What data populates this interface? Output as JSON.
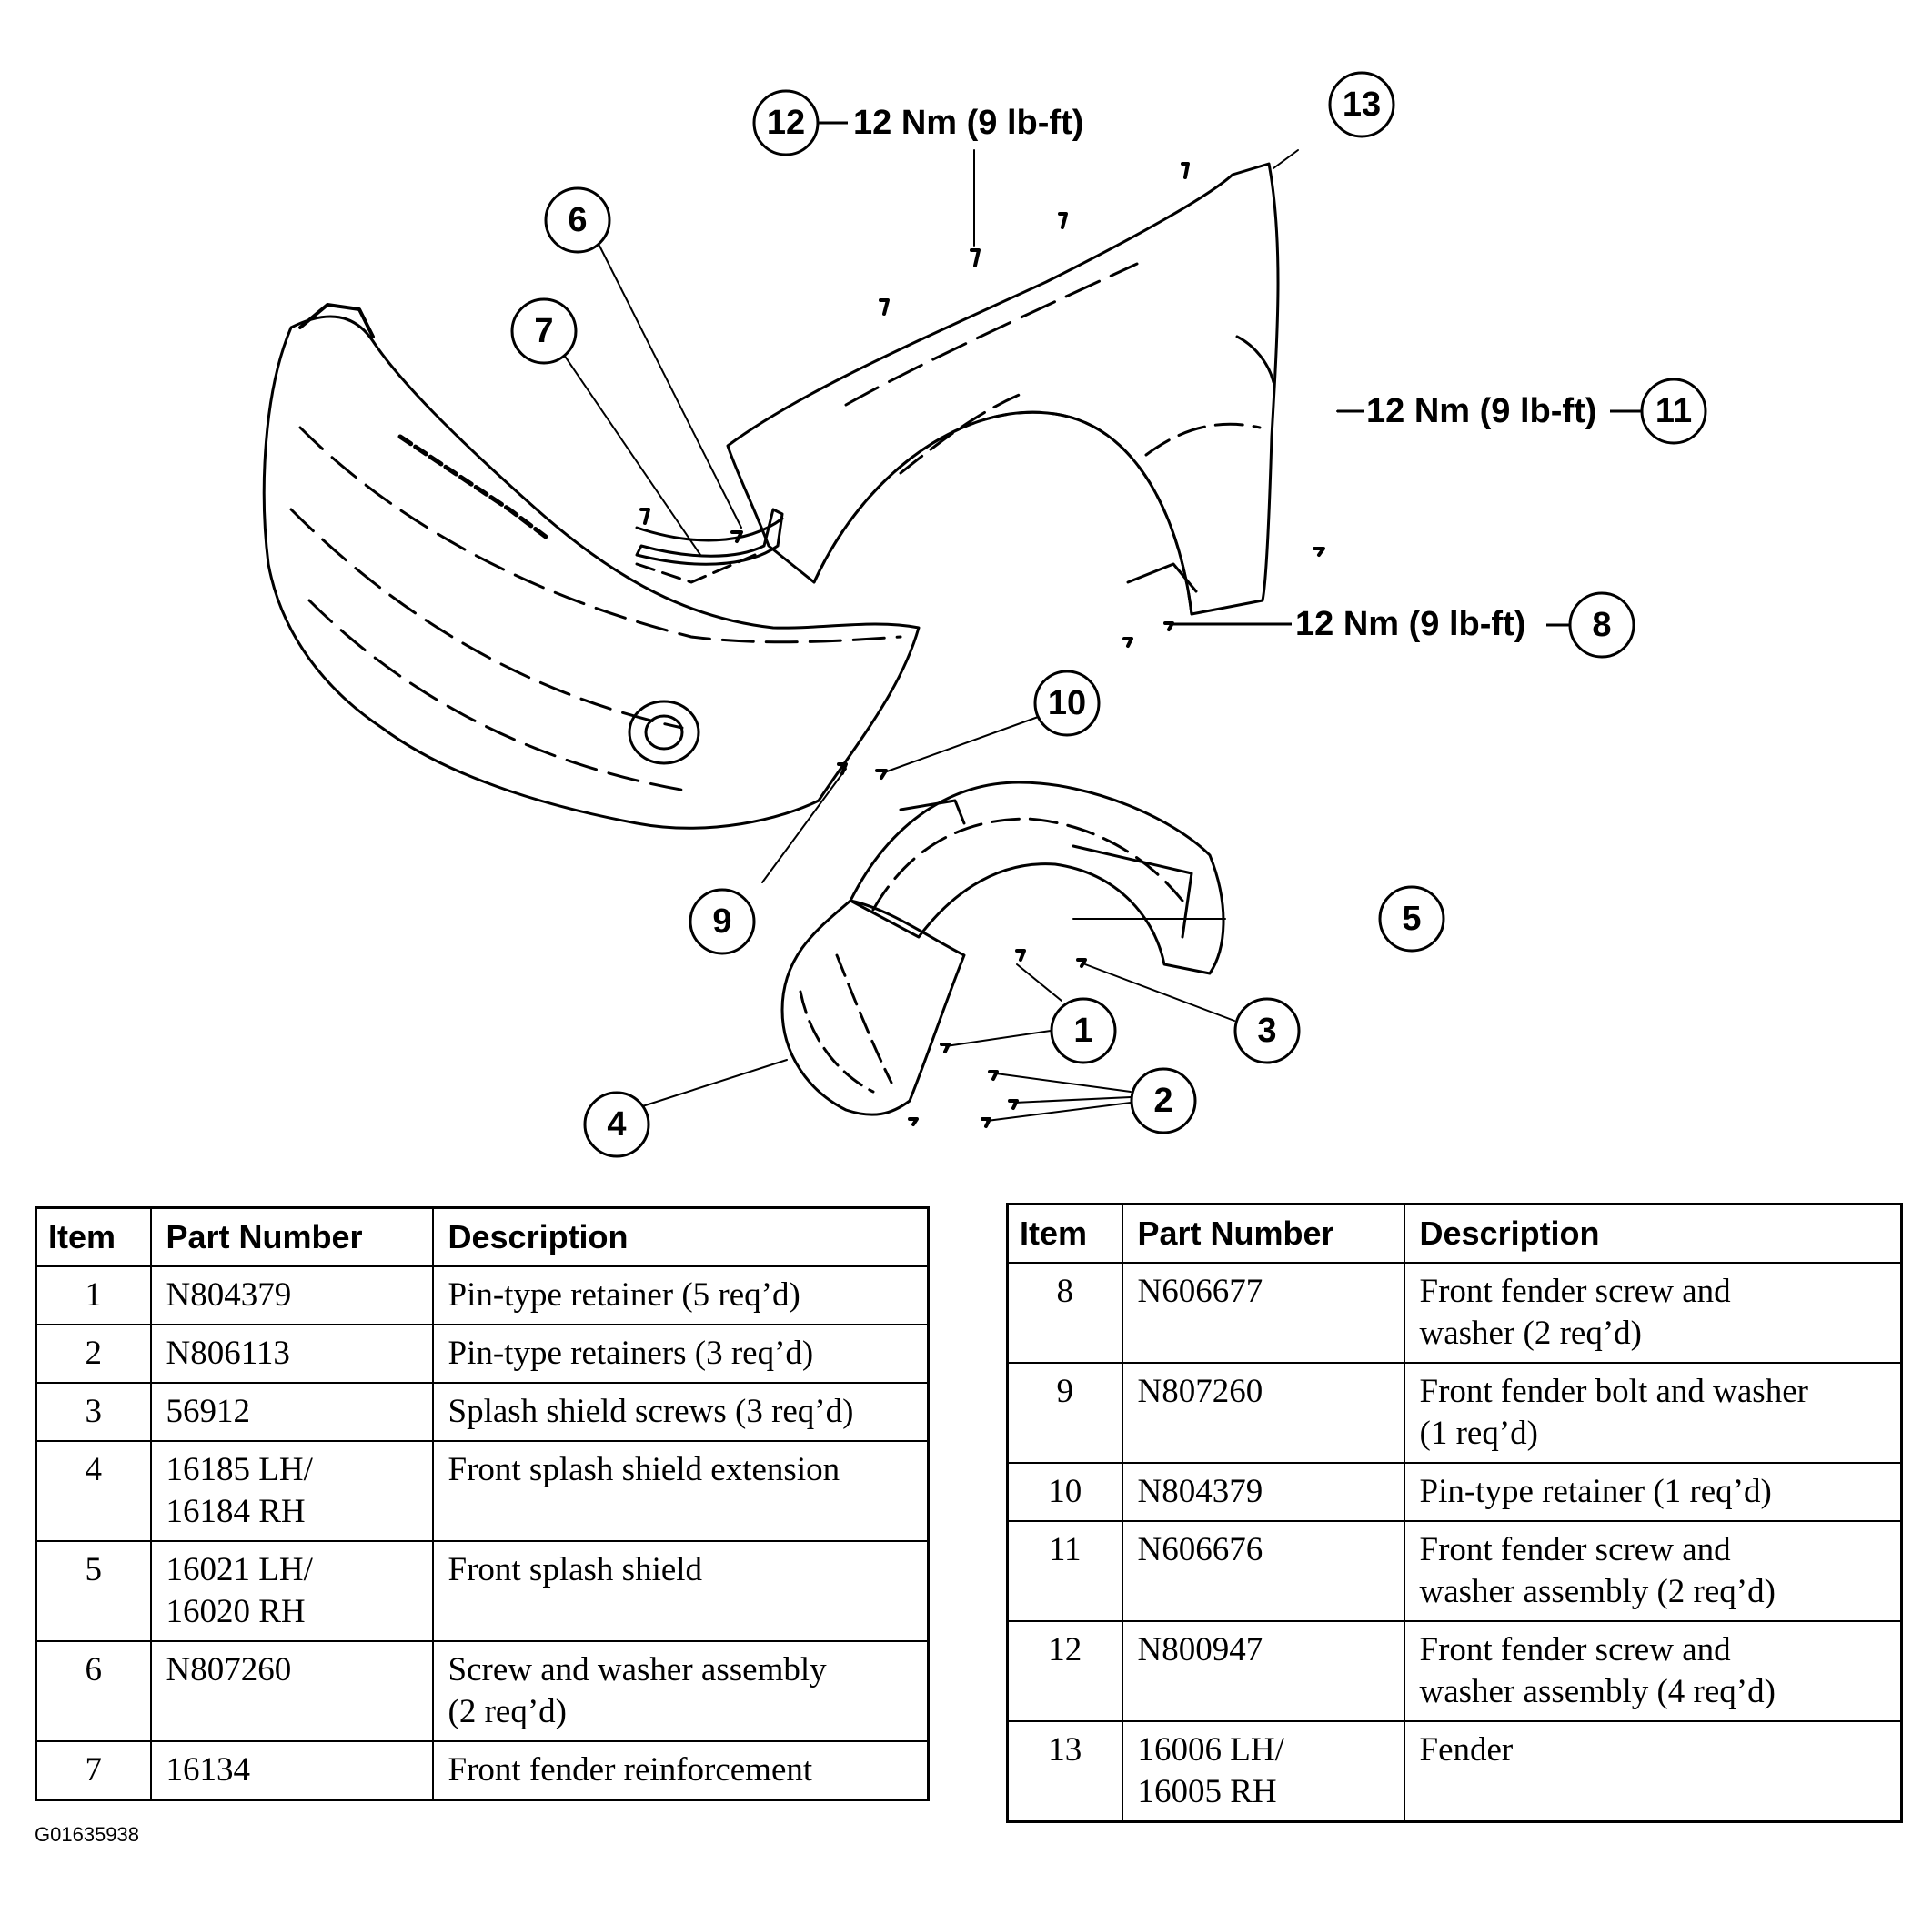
{
  "callouts": [
    {
      "num": "1"
    },
    {
      "num": "2"
    },
    {
      "num": "3"
    },
    {
      "num": "4"
    },
    {
      "num": "5"
    },
    {
      "num": "6"
    },
    {
      "num": "7"
    },
    {
      "num": "8"
    },
    {
      "num": "9"
    },
    {
      "num": "10"
    },
    {
      "num": "11"
    },
    {
      "num": "12"
    },
    {
      "num": "13"
    }
  ],
  "torque_labels": {
    "item12": "12 Nm (9 lb-ft)",
    "item11": "12 Nm (9 lb-ft)",
    "item8": "12 Nm (9 lb-ft)"
  },
  "table_headers": {
    "item": "Item",
    "part_number": "Part Number",
    "description": "Description"
  },
  "parts_left": [
    {
      "item": "1",
      "part": "N804379",
      "desc": "Pin-type retainer (5 req’d)"
    },
    {
      "item": "2",
      "part": "N806113",
      "desc": "Pin-type retainers (3 req’d)"
    },
    {
      "item": "3",
      "part": "56912",
      "desc": "Splash shield screws (3 req’d)"
    },
    {
      "item": "4",
      "part": "16185 LH/\n16184 RH",
      "desc": "Front splash shield extension"
    },
    {
      "item": "5",
      "part": "16021 LH/\n16020 RH",
      "desc": "Front splash shield"
    },
    {
      "item": "6",
      "part": "N807260",
      "desc": "Screw and washer assembly\n(2 req’d)"
    },
    {
      "item": "7",
      "part": "16134",
      "desc": "Front fender reinforcement"
    }
  ],
  "parts_right": [
    {
      "item": "8",
      "part": "N606677",
      "desc": "Front fender screw and\nwasher (2 req’d)"
    },
    {
      "item": "9",
      "part": "N807260",
      "desc": "Front fender bolt and washer\n(1 req’d)"
    },
    {
      "item": "10",
      "part": "N804379",
      "desc": "Pin-type retainer (1 req’d)"
    },
    {
      "item": "11",
      "part": "N606676",
      "desc": "Front fender screw and\nwasher assembly (2 req’d)"
    },
    {
      "item": "12",
      "part": "N800947",
      "desc": "Front fender screw and\nwasher assembly (4 req’d)"
    },
    {
      "item": "13",
      "part": "16006 LH/\n16005 RH",
      "desc": "Fender"
    }
  ],
  "figure_code": "G01635938"
}
